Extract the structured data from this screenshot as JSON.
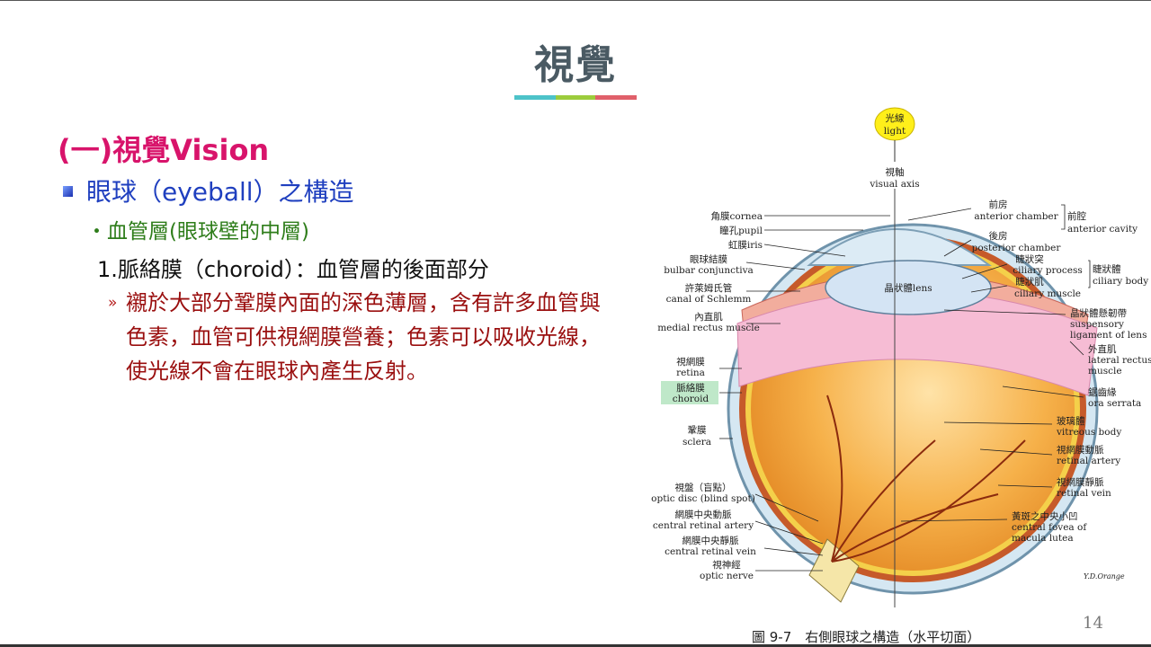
{
  "slide": {
    "title": "視覺",
    "title_bar_colors": [
      "#4dc3c9",
      "#9ccc3c",
      "#e0606a"
    ],
    "heading": "(一)視覺Vision",
    "subheading": "眼球（eyeball）之構造",
    "level3": "・血管層(眼球壁的中層)",
    "level4": "1.脈絡膜（choroid）：血管層的後面部分",
    "level5_mark": "»",
    "level5": "襯於大部分鞏膜內面的深色薄層，含有許多血管與色素，血管可供視網膜營養；色素可以吸收光線，使光線不會在眼球內產生反射。",
    "page_number": "14"
  },
  "figure": {
    "caption": "圖 9-7　右側眼球之構造（水平切面）",
    "signature": "Y.D.Orange",
    "light_zh": "光線",
    "light_en": "light",
    "axis_zh": "視軸",
    "axis_en": "visual axis",
    "left_labels": [
      {
        "zh": "角膜cornea",
        "en": ""
      },
      {
        "zh": "瞳孔pupil",
        "en": ""
      },
      {
        "zh": "虹膜iris",
        "en": ""
      },
      {
        "zh": "眼球結膜",
        "en": "bulbar conjunctiva"
      },
      {
        "zh": "許萊姆氏管",
        "en": "canal of Schlemm"
      },
      {
        "zh": "內直肌",
        "en": "medial rectus muscle"
      },
      {
        "zh": "視網膜",
        "en": "retina"
      },
      {
        "zh": "脈絡膜",
        "en": "choroid"
      },
      {
        "zh": "鞏膜",
        "en": "sclera"
      },
      {
        "zh": "視盤（盲點）",
        "en": "optic disc (blind spot)"
      },
      {
        "zh": "網膜中央動脈",
        "en": "central retinal artery"
      },
      {
        "zh": "網膜中央靜脈",
        "en": "central retinal vein"
      },
      {
        "zh": "視神經",
        "en": "optic nerve"
      }
    ],
    "lens_label": "晶狀體lens",
    "right_labels": [
      {
        "zh": "前房",
        "en": "anterior chamber"
      },
      {
        "zh": "後房",
        "en": "posterior chamber"
      },
      {
        "zh": "睫狀突",
        "en": "ciliary process"
      },
      {
        "zh": "睫狀肌",
        "en": "ciliary muscle"
      },
      {
        "zh": "晶狀體懸韌帶",
        "en": "suspensory"
      },
      {
        "zh": "",
        "en": "ligament of lens"
      },
      {
        "zh": "外直肌",
        "en": "lateral rectus"
      },
      {
        "zh": "",
        "en": "muscle"
      },
      {
        "zh": "鋸齒緣",
        "en": "ora serrata"
      },
      {
        "zh": "玻璃體",
        "en": "vitreous body"
      },
      {
        "zh": "視網膜動脈",
        "en": "retinal artery"
      },
      {
        "zh": "視網膜靜脈",
        "en": "retinal vein"
      },
      {
        "zh": "黃斑之中央小凹",
        "en": "central fovea of"
      },
      {
        "zh": "",
        "en": "macula lutea"
      }
    ],
    "group_front": {
      "zh": "前腔",
      "en": "anterior cavity"
    },
    "group_ciliary": {
      "zh": "睫狀體",
      "en": "ciliary body"
    },
    "colors": {
      "vitreous": "#f2a93b",
      "ciliary": "#f4b6d0",
      "sclera": "#cfe3ef",
      "choroid_highlight": "#bfe8c9"
    }
  }
}
